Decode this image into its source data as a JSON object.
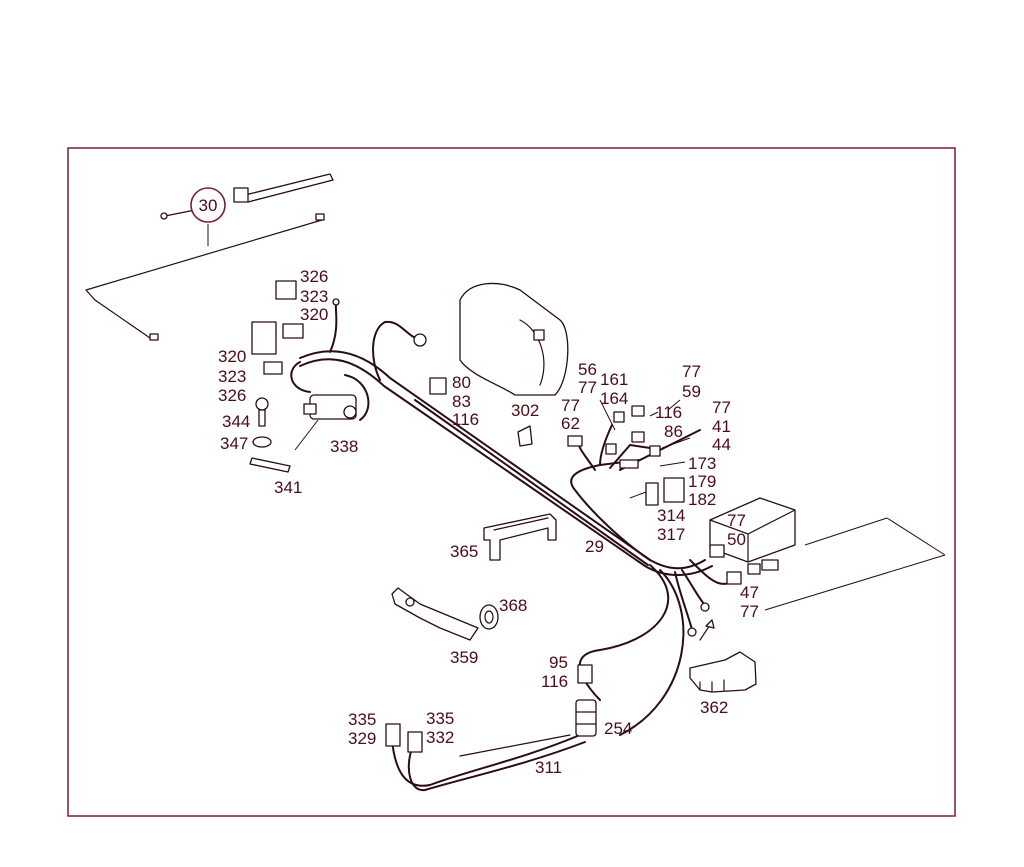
{
  "callout": "30",
  "labels": {
    "l326a": "326",
    "l323a": "323",
    "l320a": "320",
    "l320b": "320",
    "l323b": "323",
    "l326b": "326",
    "l344": "344",
    "l347": "347",
    "l341": "341",
    "l338": "338",
    "l80": "80",
    "l83": "83",
    "l116a": "116",
    "l302": "302",
    "l56": "56",
    "l77a": "77",
    "l161": "161",
    "l164": "164",
    "l77b": "77",
    "l62": "62",
    "l77c": "77",
    "l59": "59",
    "l116b": "116",
    "l86": "86",
    "l77d": "77",
    "l41": "41",
    "l44": "44",
    "l173": "173",
    "l179": "179",
    "l182": "182",
    "l314": "314",
    "l317": "317",
    "l77e": "77",
    "l50": "50",
    "l365": "365",
    "l29": "29",
    "l47": "47",
    "l77f": "77",
    "l368": "368",
    "l359": "359",
    "l95": "95",
    "l116c": "116",
    "l362": "362",
    "l335a": "335",
    "l329": "329",
    "l335b": "335",
    "l332": "332",
    "l254": "254",
    "l311": "311"
  }
}
